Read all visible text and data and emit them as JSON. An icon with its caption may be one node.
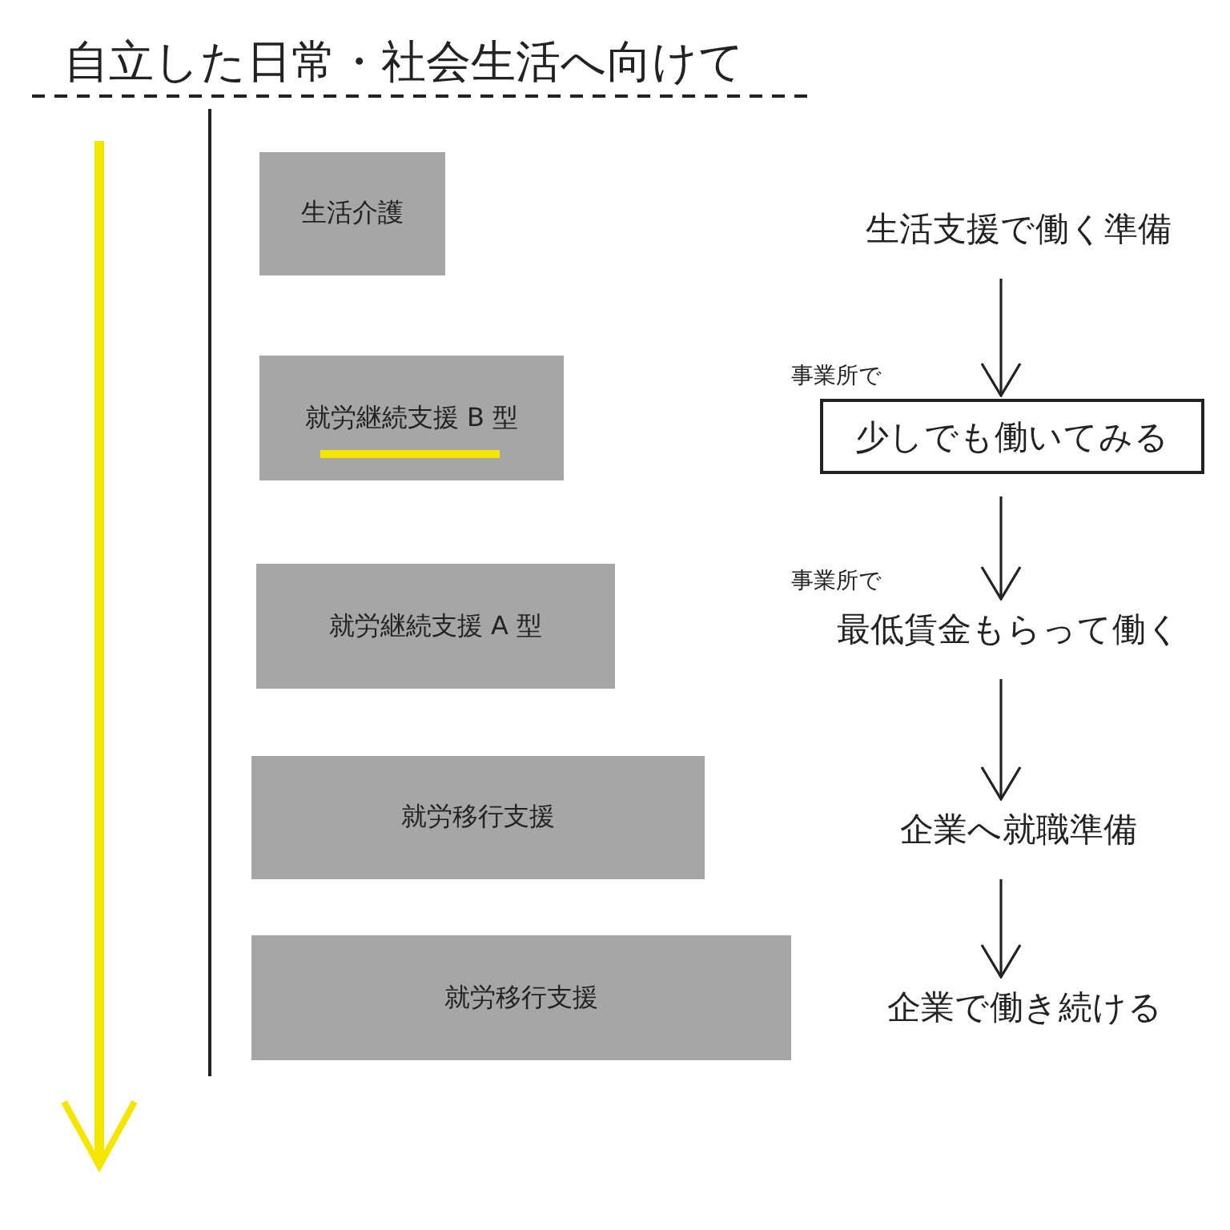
{
  "diagram": {
    "title": "自立した日常・社会生活へ向けて",
    "nodes": [
      {
        "text": [
          "生活介護"
        ]
      },
      {
        "text": [
          "就労継続支援 B 型"
        ]
      },
      {
        "text": [
          "就労継続支援 A 型"
        ]
      },
      {
        "text": [
          "就労移行支援"
        ]
      },
      {
        "text": [
          "就労移行支援"
        ]
      },
      {
        "text": [
          "生活支援で働く準備"
        ]
      },
      {
        "text": [
          "少しでも働いてみる"
        ],
        "beside": [
          "事業所で"
        ]
      },
      {
        "text": [
          "最低賃金もらって働く"
        ],
        "beside": [
          "事業所で"
        ]
      },
      {
        "text": [
          "企業へ就職準備"
        ]
      },
      {
        "text": [
          "企業で働き続ける"
        ]
      }
    ],
    "edges": [
      {
        "from": 5,
        "to": 6,
        "arrow": "to"
      },
      {
        "from": 6,
        "to": 7,
        "arrow": "to"
      },
      {
        "from": 7,
        "to": 8,
        "arrow": "to"
      },
      {
        "from": 8,
        "to": 9,
        "arrow": "to"
      }
    ]
  }
}
